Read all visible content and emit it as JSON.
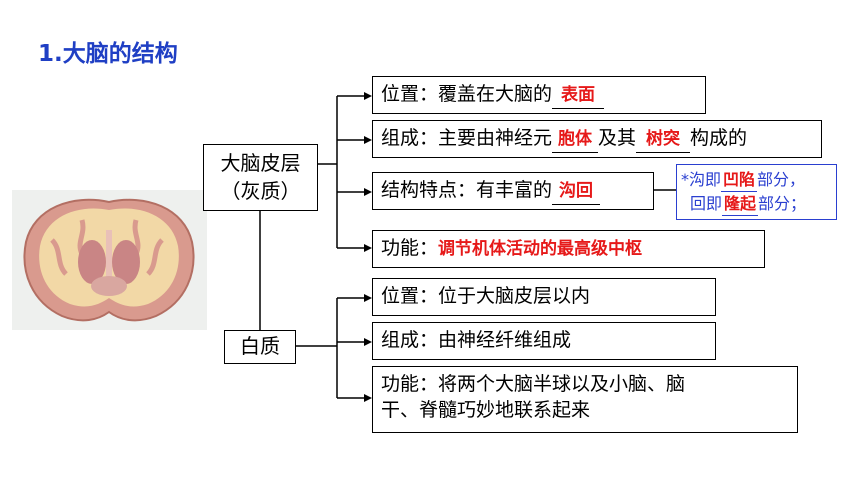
{
  "title": "1.大脑的结构",
  "categories": {
    "cortex_line1": "大脑皮层",
    "cortex_line2": "（灰质）",
    "white": "白质"
  },
  "cortex": {
    "position": {
      "label": "位置：覆盖在大脑的",
      "answer": "表面"
    },
    "composition": {
      "label": "组成：主要由神经元",
      "answer1": "胞体",
      "mid": "及其",
      "answer2": "树突",
      "end": "构成的"
    },
    "feature": {
      "label": "结构特点：有丰富的",
      "answer": "沟回"
    },
    "function": {
      "label": "功能：",
      "answer": "调节机体活动的最高级中枢"
    }
  },
  "note": {
    "line1_prefix": "*沟即",
    "line1_answer": "凹陷",
    "line1_suffix": "部分，",
    "line2_prefix": "回即",
    "line2_answer": "隆起",
    "line2_suffix": "部分；"
  },
  "white": {
    "position": "位置：位于大脑皮层以内",
    "composition": "组成：由神经纤维组成",
    "function_line1": "功能：将两个大脑半球以及小脑、脑",
    "function_line2": "干、脊髓巧妙地联系起来"
  },
  "colors": {
    "title": "#1f3fc4",
    "answer": "#e61919",
    "note": "#2a3fd0"
  }
}
